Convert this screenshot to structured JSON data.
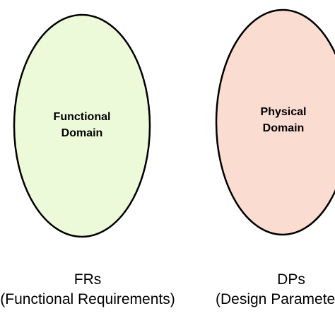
{
  "diagram": {
    "functional_domain": {
      "label_line1": "Functional",
      "label_line2": "Domain",
      "fill": "#edfad9",
      "stroke": "#000000"
    },
    "physical_domain": {
      "label_line1": "Physical",
      "label_line2": "Domain",
      "fill": "#fbdcd1",
      "stroke": "#000000"
    },
    "captions": {
      "left_abbr": "FRs",
      "left_full": "(Functional Requirements)",
      "right_abbr": "DPs",
      "right_full": "(Design Parameters)"
    }
  }
}
